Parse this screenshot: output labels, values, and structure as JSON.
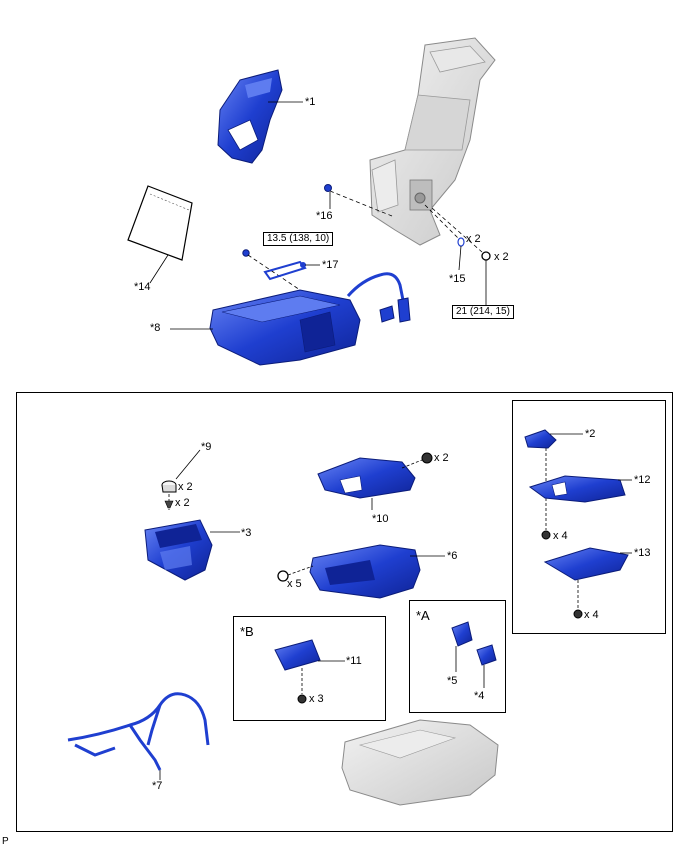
{
  "labels": {
    "p1": "*1",
    "p2": "*2",
    "p3": "*3",
    "p4": "*4",
    "p5": "*5",
    "p6": "*6",
    "p7": "*7",
    "p8": "*8",
    "p9": "*9",
    "p10": "*10",
    "p11": "*11",
    "p12": "*12",
    "p13": "*13",
    "p14": "*14",
    "p15": "*15",
    "p16": "*16",
    "p17": "*17",
    "boxA": "*A",
    "boxB": "*B"
  },
  "quantities": {
    "q15": "x 2",
    "qBolt": "x 2",
    "q9a": "x 2",
    "q9b": "x 2",
    "q10": "x 2",
    "q6": "x 5",
    "q12": "x 4",
    "q13": "x 4",
    "q11": "x 3"
  },
  "torques": {
    "t17": "13.5 (138, 10)",
    "tBolt": "21 (214, 15)"
  },
  "footer": "P",
  "colors": {
    "part_blue": "#1f3fd0",
    "part_blue_dark": "#0f2396",
    "part_blue_light": "#5e7cf0",
    "grey_body": "#dcdcdc",
    "grey_edge": "#8a8a8a"
  }
}
